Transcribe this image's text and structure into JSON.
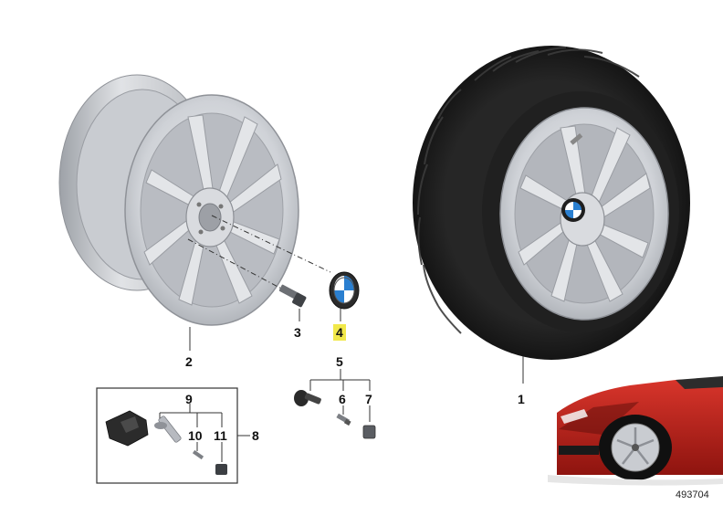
{
  "callouts": {
    "p1": "1",
    "p2": "2",
    "p3": "3",
    "p4": "4",
    "p5": "5",
    "p6": "6",
    "p7": "7",
    "p8": "8",
    "p9": "9",
    "p10": "10",
    "p11": "11"
  },
  "image_ref": "493704",
  "colors": {
    "rim": "#d2d4d8",
    "rim_shadow": "#a9acb2",
    "tire": "#1b1b1b",
    "tire_tread": "#2c2c2c",
    "bmw_blue": "#2a7fd0",
    "highlight": "#f1e84a",
    "car_red": "#b8201a",
    "leader": "#333333"
  }
}
